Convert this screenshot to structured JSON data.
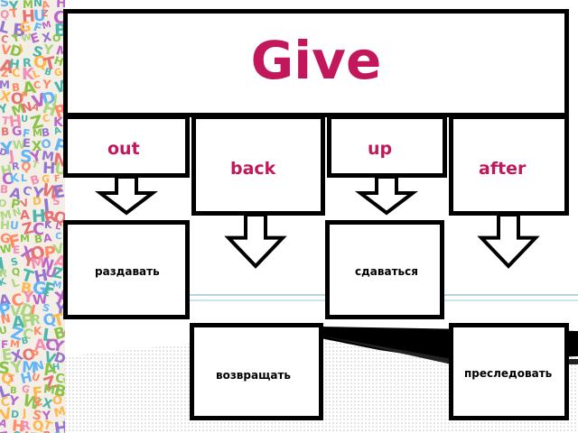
{
  "title": {
    "text": "Give",
    "color": "#c2185b"
  },
  "particles": [
    {
      "text": "out",
      "color": "#c2185b"
    },
    {
      "text": "back",
      "color": "#c2185b"
    },
    {
      "text": "up",
      "color": "#c2185b"
    },
    {
      "text": "after",
      "color": "#c2185b"
    }
  ],
  "translations": [
    {
      "text": "раздавать"
    },
    {
      "text": "возвращать"
    },
    {
      "text": "сдаваться"
    },
    {
      "text": "преследовать"
    }
  ],
  "colors": {
    "outline": "#000000",
    "rule_line": "#9ec9d6",
    "strip_background": "#f4efe6"
  },
  "decor": {
    "left_strip": "alphabet-letters-pattern",
    "bottom_right": "black-ribbon-band-and-dotted-texture"
  }
}
